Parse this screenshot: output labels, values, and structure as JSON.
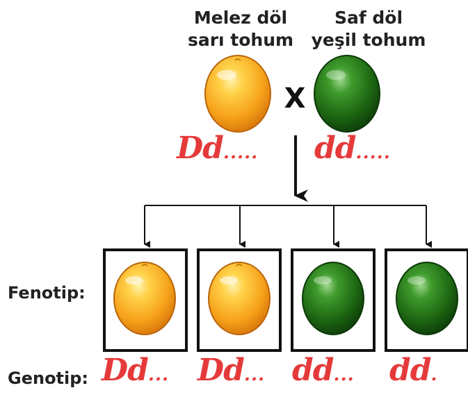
{
  "parents": {
    "left": {
      "label_line1": "Melez döl",
      "label_line2": "sarı tohum",
      "color": "yellow",
      "genotype": "Dd",
      "genotype_dots": "....."
    },
    "cross_symbol": "X",
    "right": {
      "label_line1": "Saf döl",
      "label_line2": "yeşil tohum",
      "color": "green",
      "genotype": "dd",
      "genotype_dots": "....."
    }
  },
  "offspring_row": {
    "phenotype_label": "Fenotip:",
    "genotype_label": "Genotip:",
    "items": [
      {
        "color": "yellow",
        "genotype": "Dd",
        "genotype_dots": "..."
      },
      {
        "color": "yellow",
        "genotype": "Dd",
        "genotype_dots": "..."
      },
      {
        "color": "green",
        "genotype": "dd",
        "genotype_dots": "..."
      },
      {
        "color": "green",
        "genotype": "dd",
        "genotype_dots": "."
      }
    ]
  },
  "colors": {
    "yellow_seed": "#f7a81b",
    "green_seed": "#1f6d17",
    "handwriting": "#e53a3a",
    "lines": "#111111"
  }
}
